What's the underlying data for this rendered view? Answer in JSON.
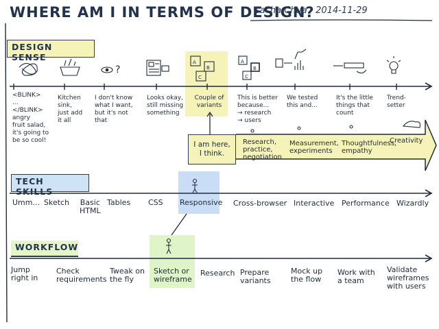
{
  "header": {
    "title": "WHERE AM I IN TERMS OF DESIGN?",
    "author": "sacha Chua",
    "date": "2014-11-29"
  },
  "design_sense": {
    "banner": "DESIGN SENSE",
    "items": [
      "<BLINK>\n...\n</BLINK>\nangry\nfruit salad,\nit's going to\nbe so cool!",
      "Kitchen\nsink,\njust add\nit all",
      "I don't know\nwhat I want,\nbut it's not\nthat",
      "Looks okay,\nstill missing\nsomething",
      "Couple of\nvariants",
      "This is better\nbecause...\n→ research\n→ users",
      "We tested\nthis and...",
      "It's the little\nthings that\ncount",
      "Trend-\nsetter"
    ],
    "here_label": "I am here,\nI think.",
    "next_steps": [
      "Research,\npractice,\nnegotiation",
      "Measurement,\nexperiments",
      "Thoughtfulness,\nempathy",
      "Creativity"
    ],
    "icon_letters": [
      "A",
      "B",
      "C"
    ]
  },
  "tech_skills": {
    "banner": "TECH SKILLS",
    "items": [
      "Umm...",
      "Sketch",
      "Basic\nHTML",
      "Tables",
      "CSS",
      "Responsive",
      "Cross-browser",
      "Interactive",
      "Performance",
      "Wizardly"
    ]
  },
  "workflow": {
    "banner": "WORKFLOW",
    "items": [
      "Jump\nright in",
      "Check\nrequirements",
      "Tweak on\nthe fly",
      "Sketch or\nwireframe",
      "Research",
      "Prepare\nvariants",
      "Mock up\nthe flow",
      "Work with\na team",
      "Validate\nwireframes\nwith users"
    ]
  },
  "colors": {
    "design_highlight": "#f6f3b8",
    "tech_highlight": "#c9def6",
    "workflow_highlight": "#dff4c7",
    "ink": "#1f2a3a"
  }
}
